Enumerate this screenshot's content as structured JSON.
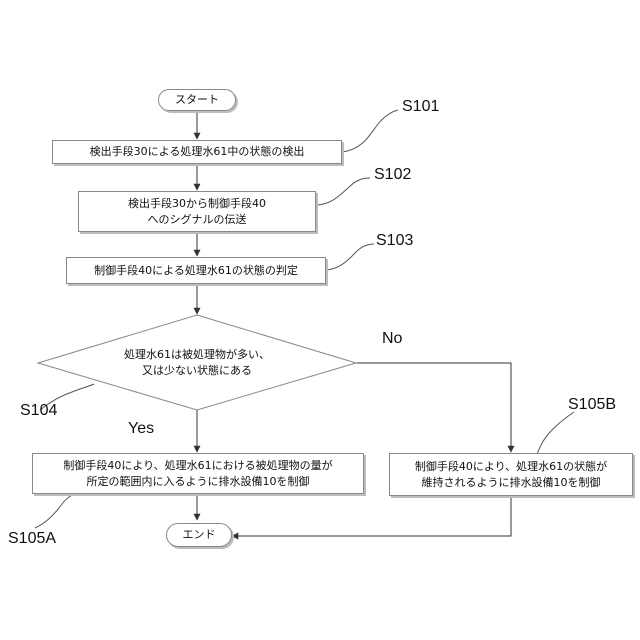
{
  "flowchart": {
    "start": "スタート",
    "s101": {
      "label": "S101",
      "text": "検出手段30による処理水61中の状態の検出"
    },
    "s102": {
      "label": "S102",
      "text_line1": "検出手段30から制御手段40",
      "text_line2": "へのシグナルの伝送"
    },
    "s103": {
      "label": "S103",
      "text": "制御手段40による処理水61の状態の判定"
    },
    "s104": {
      "label": "S104",
      "text_line1": "処理水61は被処理物が多い、",
      "text_line2": "又は少ない状態にある"
    },
    "branch_no": "No",
    "branch_yes": "Yes",
    "s105a": {
      "label": "S105A",
      "text_line1": "制御手段40により、処理水61における被処理物の量が",
      "text_line2": "所定の範囲内に入るように排水設備10を制御"
    },
    "s105b": {
      "label": "S105B",
      "text_line1": "制御手段40により、処理水61の状態が",
      "text_line2": "維持されるように排水設備10を制御"
    },
    "end": "エンド"
  }
}
